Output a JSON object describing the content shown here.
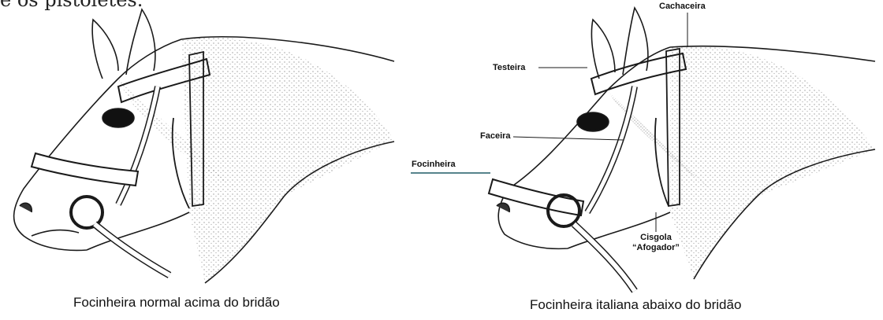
{
  "top_fragment": "e os pistoletes.",
  "panels": [
    {
      "caption": "Focinheira normal acima do bridão"
    },
    {
      "caption": "Focinheira italiana abaixo do bridão"
    }
  ],
  "labels": {
    "cachaceira": "Cachaceira",
    "testeira": "Testeira",
    "faceira": "Faceira",
    "focinheira": "Focinheira",
    "cisgola_1": "Cisgola",
    "cisgola_2": "“Afogador”"
  },
  "colors": {
    "ink": "#1a1a1a",
    "stipple": "#555555",
    "leader_accent": "#1f5a66"
  }
}
